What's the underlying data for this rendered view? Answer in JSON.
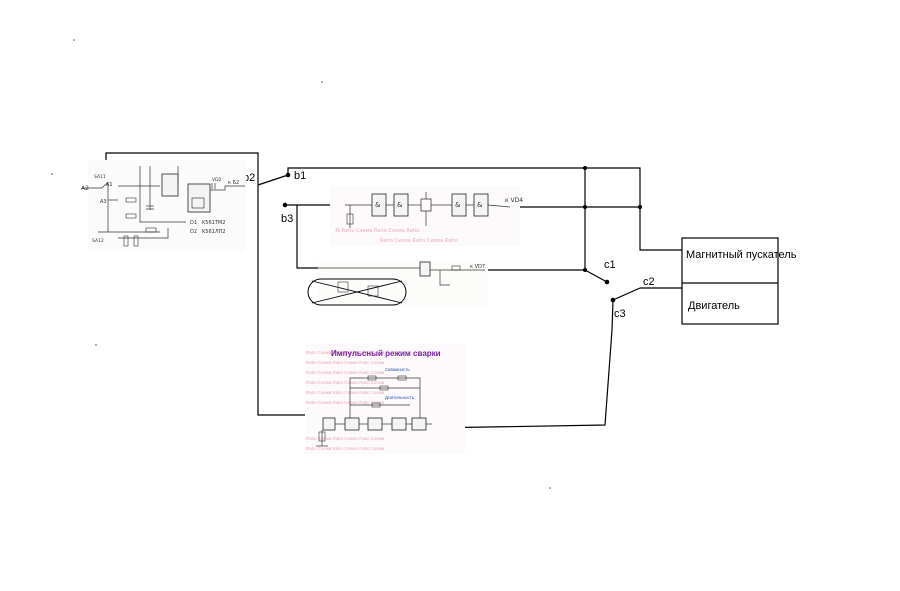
{
  "labels": {
    "b1": "b1",
    "b2": "b2",
    "b3": "b3",
    "c1": "c1",
    "c2": "c2",
    "c3": "c3"
  },
  "boxes": {
    "starter": "Магнитный пускатель",
    "motor": "Двигатель"
  },
  "block_a": {
    "a2": "A2",
    "a1": "A1",
    "a3": "A3",
    "sa11": "SA11",
    "sa12": "SA12",
    "d1": "D1",
    "d1_part": "K561TM2",
    "d2": "D2",
    "d2_part": "K561ЛП2",
    "vd2": "VD2",
    "to_b2": "к  Б2"
  },
  "block_b": {
    "to_vd4": "к  VD4"
  },
  "block_c": {
    "to_vd7": "к  VD7"
  },
  "block_d": {
    "title": "Импульсный режим сварки",
    "freq": "Скважность",
    "dur": "Длительность"
  },
  "colors": {
    "wire": "#000000",
    "title_purple": "#7a1fa2",
    "note_blue": "#1f4fb0",
    "watermark": "#e6a9b6"
  }
}
